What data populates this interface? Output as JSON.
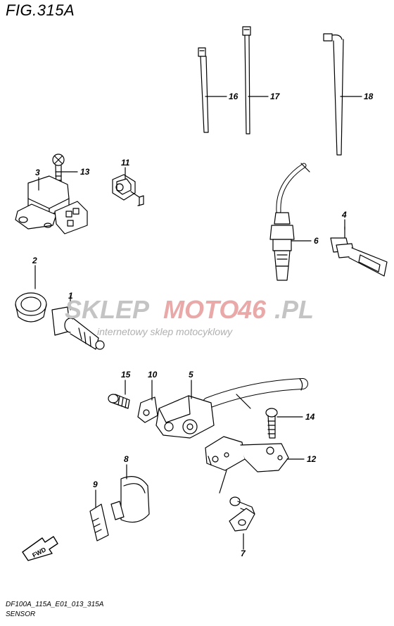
{
  "figure": {
    "title": "FIG.315A",
    "code": "DF100A_115A_E01_013_315A",
    "name": "SENSOR"
  },
  "watermark": {
    "brand_part1": "SKLEP",
    "brand_part2": "MOTO",
    "brand_part3": "46",
    "brand_part4": ".PL",
    "tagline": "internetowy sklep motocyklowy",
    "colors": {
      "grey": "#b9b9b9",
      "red": "#e8a0a0"
    }
  },
  "fwd_label": "FWD",
  "callouts": [
    "1",
    "2",
    "3",
    "4",
    "5",
    "6",
    "7",
    "8",
    "9",
    "10",
    "11",
    "12",
    "13",
    "14",
    "15",
    "16",
    "17",
    "18"
  ]
}
